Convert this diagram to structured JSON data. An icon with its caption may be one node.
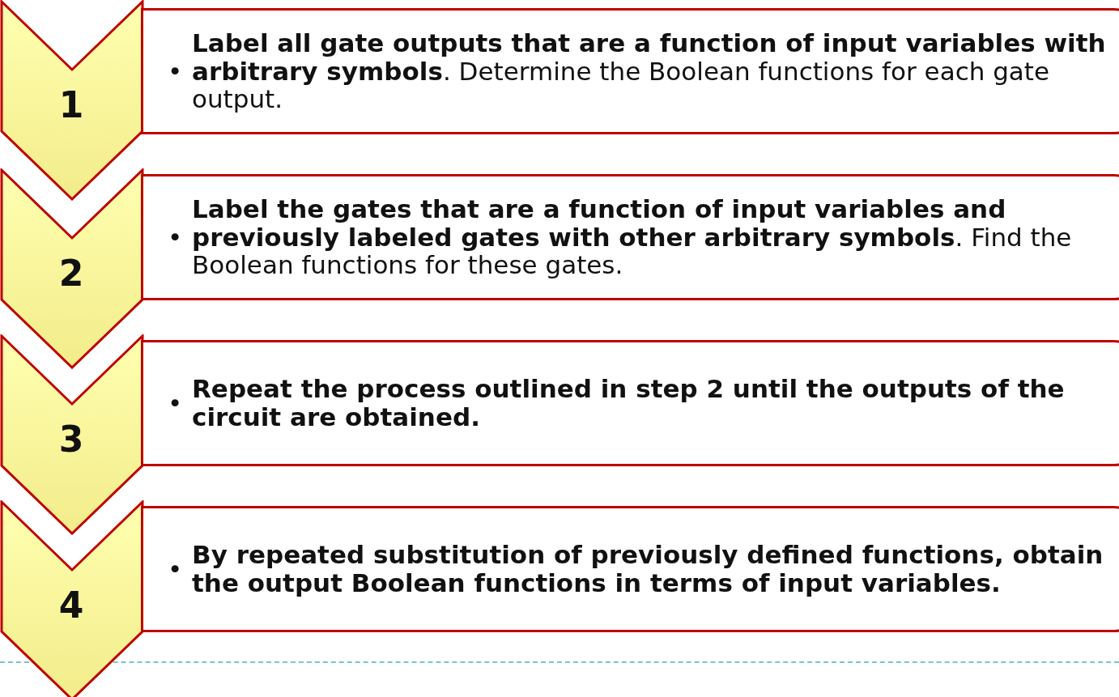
{
  "diagram": {
    "nodes": [
      {
        "text": [
          "1"
        ]
      },
      {
        "text": [
          "•",
          "**Label all gate outputs that are a function of input variables with arbitrary symbols**. Determine the Boolean functions for each gate output."
        ]
      },
      {
        "text": [
          "2"
        ]
      },
      {
        "text": [
          "•",
          "**Label the gates that are a function of input variables and previously labeled gates with other arbitrary symbols**. Find the Boolean functions for these gates."
        ]
      },
      {
        "text": [
          "3"
        ]
      },
      {
        "text": [
          "•",
          "Repeat the process outlined in step 2 until the outputs of the circuit are obtained."
        ]
      },
      {
        "text": [
          "4"
        ]
      },
      {
        "text": [
          "•",
          "By repeated substitution of previously defined functions, obtain the output Boolean functions in terms of input variables."
        ]
      }
    ],
    "edges": []
  }
}
